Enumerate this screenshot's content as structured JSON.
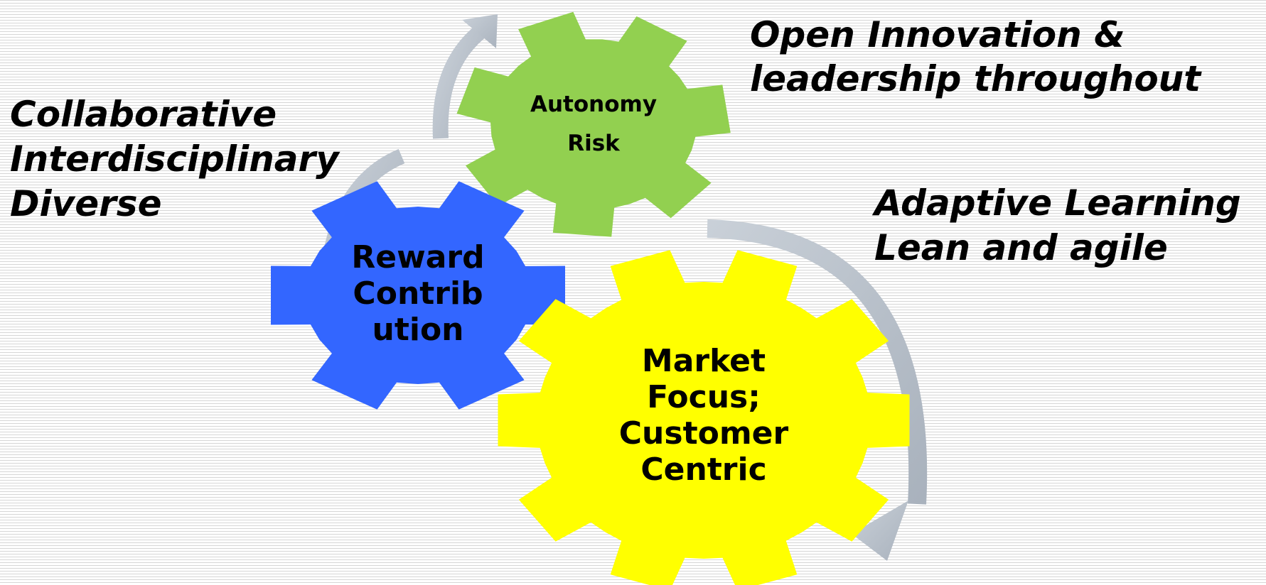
{
  "gears": {
    "autonomy": {
      "lines": [
        "Autonomy",
        "Risk"
      ],
      "color": "#92d050"
    },
    "reward": {
      "lines": [
        "Reward",
        "Contrib",
        "ution"
      ],
      "color": "#3366ff"
    },
    "market": {
      "lines": [
        "Market",
        "Focus;",
        "Customer",
        "Centric"
      ],
      "color": "#ffff00"
    }
  },
  "captions": {
    "top_right": [
      "Open Innovation &",
      "leadership throughout"
    ],
    "left": [
      "Collaborative",
      "Interdisciplinary",
      "Diverse"
    ],
    "right": [
      "Adaptive Learning",
      "Lean and agile"
    ]
  },
  "arrow_color": "#a9b2bd"
}
